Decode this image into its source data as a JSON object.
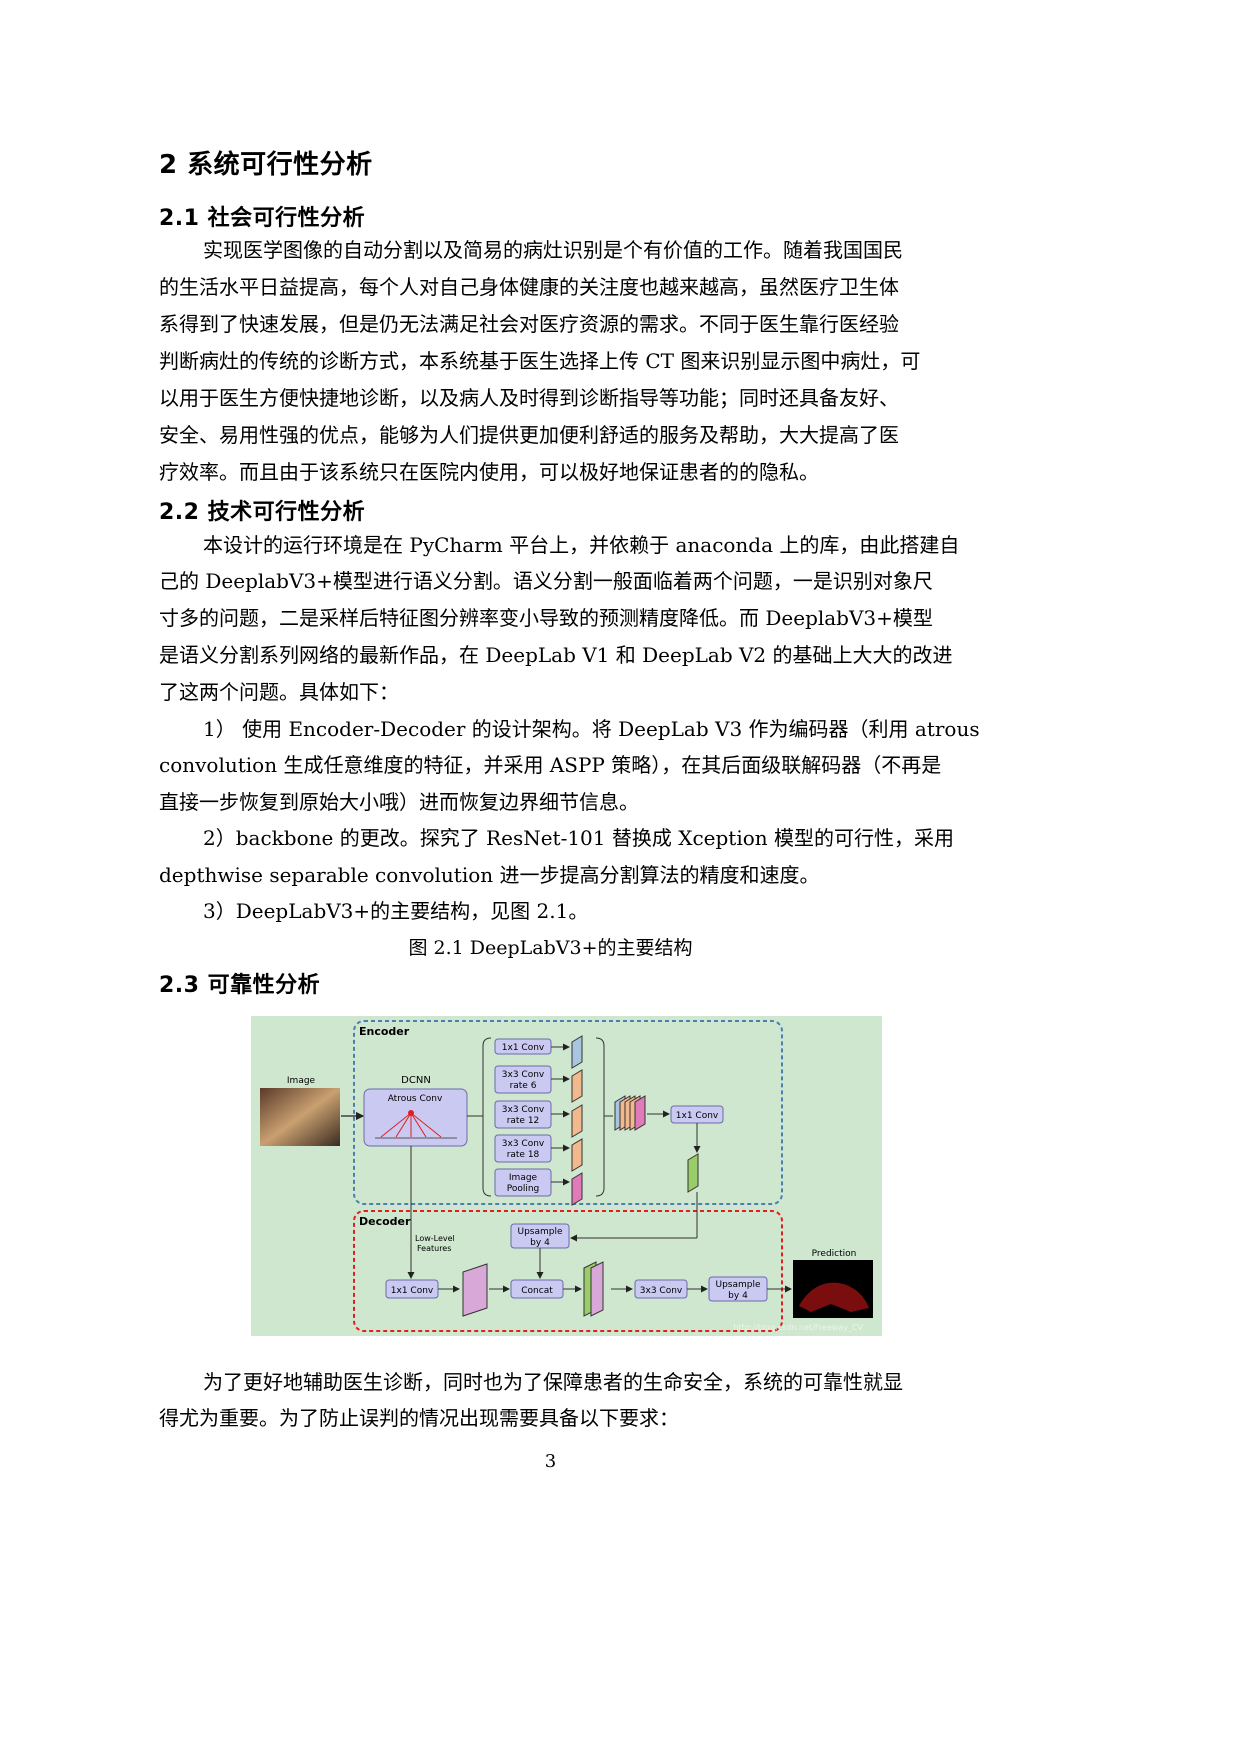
{
  "section": {
    "title": "2 系统可行性分析"
  },
  "s21": {
    "title": "2.1 社会可行性分析",
    "lines": [
      "实现医学图像的自动分割以及简易的病灶识别是个有价值的工作。随着我国国民",
      "的生活水平日益提高，每个人对自己身体健康的关注度也越来越高，虽然医疗卫生体",
      "系得到了快速发展，但是仍无法满足社会对医疗资源的需求。不同于医生靠行医经验",
      "判断病灶的传统的诊断方式，本系统基于医生选择上传 CT 图来识别显示图中病灶，可",
      "以用于医生方便快捷地诊断，以及病人及时得到诊断指导等功能；同时还具备友好、",
      "安全、易用性强的优点，能够为人们提供更加便利舒适的服务及帮助，大大提高了医",
      "疗效率。而且由于该系统只在医院内使用，可以极好地保证患者的的隐私。"
    ]
  },
  "s22": {
    "title": "2.2 技术可行性分析",
    "lines": [
      "本设计的运行环境是在 PyCharm 平台上，并依赖于 anaconda 上的库，由此搭建自",
      "己的 DeeplabV3+模型进行语义分割。语义分割一般面临着两个问题，一是识别对象尺",
      "寸多的问题，二是采样后特征图分辨率变小导致的预测精度降低。而 DeeplabV3+模型",
      "是语义分割系列网络的最新作品，在 DeepLab V1 和 DeepLab V2 的基础上大大的改进",
      "了这两个问题。具体如下：",
      "1） 使用 Encoder-Decoder 的设计架构。将 DeepLab V3 作为编码器（利用 atrous",
      "convolution 生成任意维度的特征，并采用 ASPP 策略），在其后面级联解码器（不再是",
      "直接一步恢复到原始大小哦）进而恢复边界细节信息。",
      "2）backbone 的更改。探究了 ResNet-101 替换成 Xception 模型的可行性，采用",
      "depthwise separable convolution 进一步提高分割算法的精度和速度。",
      "3）DeepLabV3+的主要结构，见图 2.1。"
    ],
    "caption": "图 2.1 DeepLabV3+的主要结构"
  },
  "s23": {
    "title": "2.3 可靠性分析",
    "lines": [
      "为了更好地辅助医生诊断，同时也为了保障患者的生命安全，系统的可靠性就显",
      "得尤为重要。为了防止误判的情况出现需要具备以下要求："
    ]
  },
  "figure": {
    "encoder": "Encoder",
    "decoder": "Decoder",
    "image": "Image",
    "dcnn": "DCNN",
    "atrous": "Atrous Conv",
    "conv1x1": "1x1 Conv",
    "conv3x3": "3x3 Conv",
    "rate6": "rate 6",
    "rate12": "rate 12",
    "rate18": "rate 18",
    "image_pool_1": "Image",
    "image_pool_2": "Pooling",
    "enc_conv": "1x1 Conv",
    "upsample_a": "Upsample",
    "upsample_b": "by 4",
    "lowlevel_a": "Low-Level",
    "lowlevel_b": "Features",
    "dec_conv": "1x1 Conv",
    "concat": "Concat",
    "conv3": "3x3 Conv",
    "up2_a": "Upsample",
    "up2_b": "by 4",
    "prediction": "Prediction",
    "watermark": "http://blog.csdn.net/Freeway_CV",
    "colors": {
      "bg": "#cfe6cf",
      "encoder": "#4a7fb5",
      "decoder": "#e02020",
      "box": "#c9c9f2"
    }
  },
  "page": {
    "number": "3"
  }
}
